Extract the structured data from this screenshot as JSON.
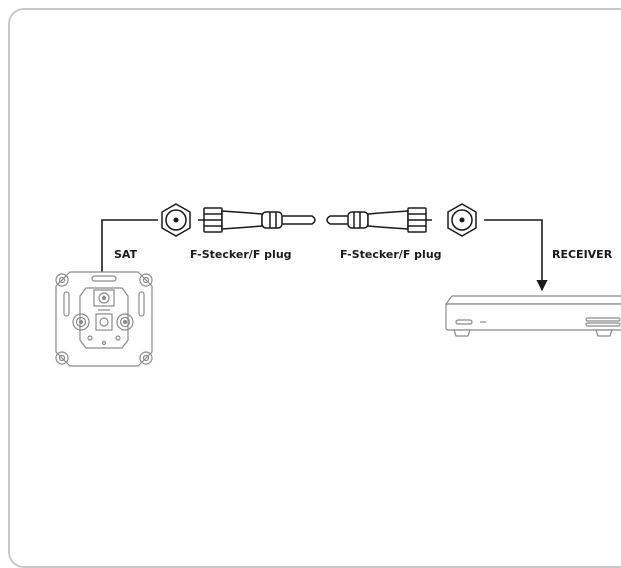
{
  "labels": {
    "sat": "SAT",
    "plug_left": "F-Stecker/F plug",
    "plug_right": "F-Stecker/F plug",
    "receiver": "RECEIVER"
  },
  "colors": {
    "line": "#1a1a1a",
    "device": "#8a8a8a",
    "frame": "#c9c9c9"
  }
}
